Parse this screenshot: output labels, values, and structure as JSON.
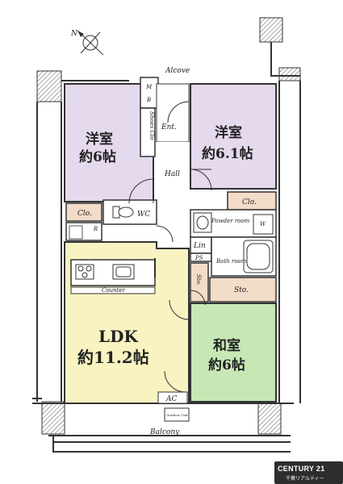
{
  "rooms": {
    "western_room_1": {
      "type": "洋室",
      "size": "約6帖"
    },
    "western_room_2": {
      "type": "洋室",
      "size": "約6.1帖"
    },
    "ldk": {
      "type": "LDK",
      "size": "約11.2帖"
    },
    "japanese_room": {
      "type": "和室",
      "size": "約6帖"
    }
  },
  "labels": {
    "alcove": "Alcove",
    "mb": "M\nB",
    "shoes_clo": "Shoes Clo",
    "ent": "Ent.",
    "hall": "Hall",
    "clo_left": "Clo.",
    "clo_right": "Clo.",
    "wc": "WC",
    "r": "R",
    "powder_room": "Powder room",
    "w": "W",
    "lin": "Lin",
    "ps": "PS",
    "bath_room": "Bath room",
    "sto_vertical": "Sto.",
    "sto": "Sto.",
    "counter": "Counter",
    "ac": "AC",
    "outdoor_unit": "Outdoor Unit",
    "balcony": "Balcony"
  },
  "brand": {
    "logo": "CENTURY 21",
    "sub": "千葉リアルティー"
  },
  "icons": [
    "compass-icon",
    "toilet-icon",
    "sink-icon",
    "bathtub-icon",
    "stove-icon",
    "refrigerator-icon",
    "washer-icon",
    "door-swing-icon"
  ],
  "colors": {
    "western_room": "#e5d9ee",
    "ldk": "#f9f3c2",
    "japanese_room": "#c7e8b5",
    "wet_area": "#f3dcc8",
    "wall": "#333333",
    "corridor": "#ffffff"
  }
}
